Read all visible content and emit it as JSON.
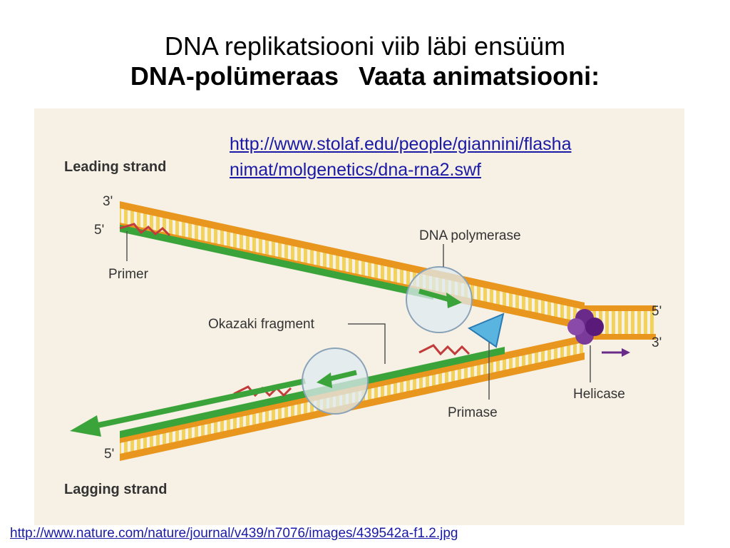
{
  "title": {
    "line1": "DNA replikatsiooni viib läbi ensüüm",
    "line2_a": "DNA-polümeraas",
    "line2_b": "Vaata animatsiooni:"
  },
  "animation_link": {
    "line1": "http://www.stolaf.edu/people/giannini/flasha",
    "line2": "nimat/molgenetics/dna-rna2.swf"
  },
  "source_link": "http://www.nature.com/nature/journal/v439/n7076/images/439542a-f1.2.jpg",
  "diagram": {
    "leading_strand": "Leading strand",
    "lagging_strand": "Lagging strand",
    "dna_polymerase": "DNA polymerase",
    "okazaki_fragment": "Okazaki fragment",
    "primer": "Primer",
    "primase": "Primase",
    "helicase": "Helicase",
    "end_3_top": "3'",
    "end_5_top": "5'",
    "end_5_right": "5'",
    "end_3_right": "3'",
    "end_5_bottom": "5'"
  },
  "colors": {
    "backbone": "#e8961e",
    "new_strand": "#3aa33a",
    "rungs": "#f2d25a",
    "primer": "#c23a3a",
    "helicase": "#6a2a8a",
    "primase": "#5ab4e0",
    "link": "#1a1aa6"
  }
}
